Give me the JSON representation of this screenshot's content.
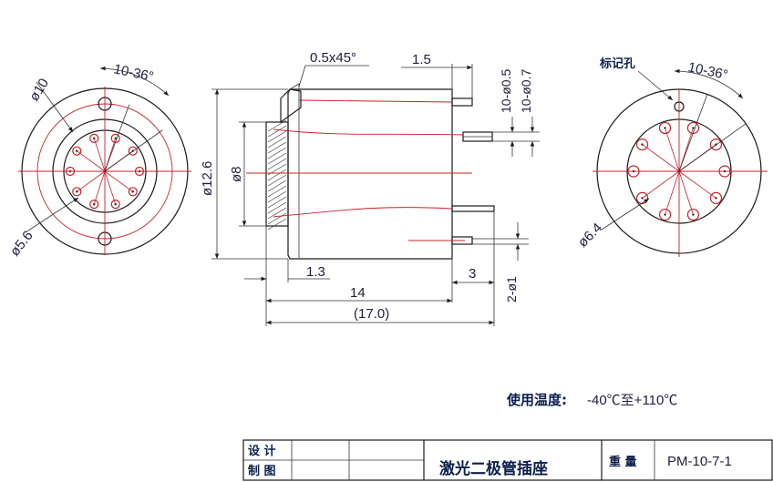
{
  "left_view": {
    "angle_label": "10-36°",
    "outer_dia_label": "ø10",
    "pin_circle_label": "ø5.6"
  },
  "side_view": {
    "chamfer_label": "0.5x45°",
    "pin_len_label": "1.5",
    "pin_dia_a_label": "10-ø0.5",
    "pin_dia_b_label": "10-ø0.7",
    "body_dia_label": "ø12.6",
    "flange_dia_label": "ø8",
    "flange_w_label": "1.3",
    "pin_ext_label": "3",
    "hole_label": "2-ø1",
    "body_len_label": "14",
    "total_len_label": "(17.0)"
  },
  "right_view": {
    "mark_label": "标记孔",
    "angle_label": "10-36°",
    "pin_circle_label": "ø6.4"
  },
  "temperature": {
    "label": "使用温度:",
    "value": "-40℃至+110℃"
  },
  "title_block": {
    "design_label": "设 计",
    "draw_label": "制 图",
    "name": "激光二极管插座",
    "weight_label": "重 量",
    "part_no": "PM-10-7-1"
  }
}
